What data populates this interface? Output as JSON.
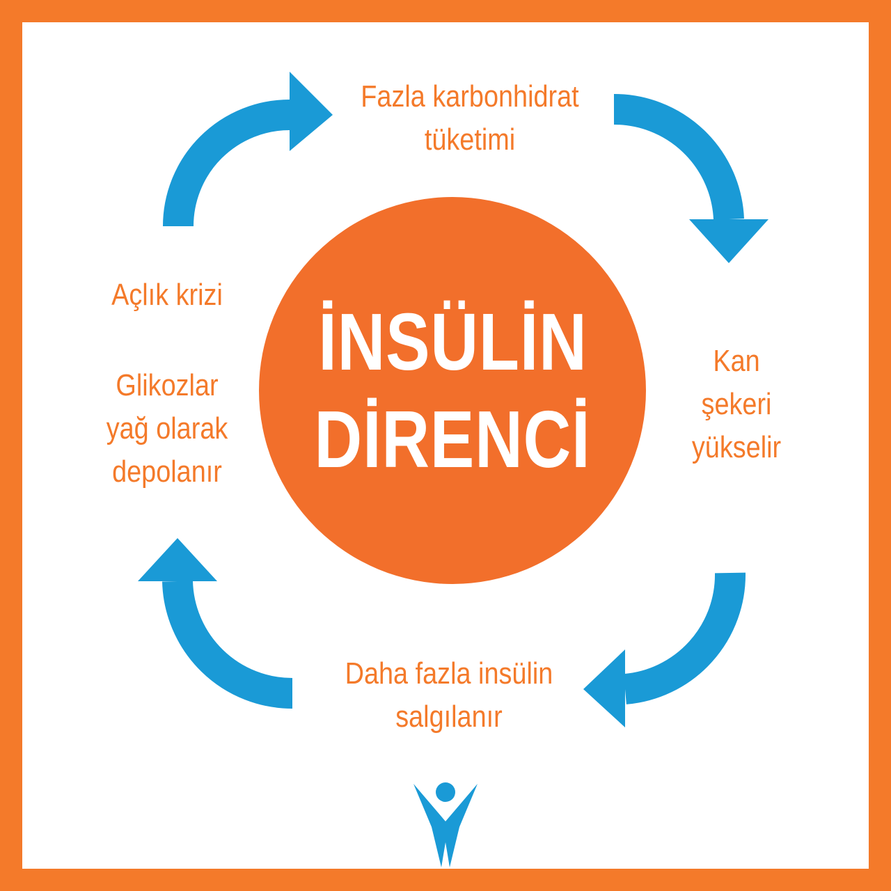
{
  "colors": {
    "border": "#f47a2a",
    "background": "#ffffff",
    "accent_orange": "#f47a2a",
    "circle_orange": "#f26f2b",
    "arrow_blue": "#1a9ad6"
  },
  "center": {
    "line1": "İNSÜLİN",
    "line2": "DİRENCİ"
  },
  "steps": {
    "top": {
      "line1": "Fazla karbonhidrat",
      "line2": "tüketimi"
    },
    "right": {
      "line1": "Kan",
      "line2": "şekeri",
      "line3": "yükselir"
    },
    "bottom": {
      "line1": "Daha fazla insülin",
      "line2": "salgılanır"
    },
    "left_upper": {
      "line1": "Açlık krizi"
    },
    "left_lower": {
      "line1": "Glikozlar",
      "line2": "yağ olarak",
      "line3": "depolanır"
    }
  },
  "icons": {
    "cycle_arrows": "curved-arrow-icon",
    "logo": "person-logo-icon"
  }
}
